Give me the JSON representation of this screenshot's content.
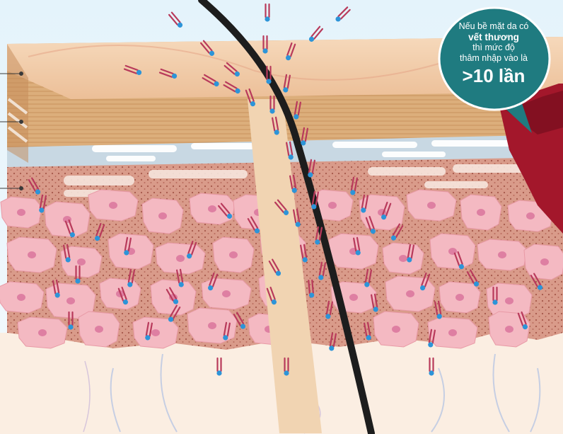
{
  "callout": {
    "line1": "Nếu bề mặt da có",
    "line2": "vết thương",
    "line3": "thì mức độ",
    "line4": "thâm nhập vào là",
    "value": ">10 lần"
  },
  "colors": {
    "sky": "#dff0fa",
    "skin_top": "#f3cfac",
    "epidermis_band": "#d9a672",
    "fat_layer": "#c9d9e4",
    "dermis": "#d99e8f",
    "cell": "#f4b9c2",
    "cell_nucleus": "#de7fa2",
    "hair": "#1d1d1d",
    "hair_sheath": "#f1d4b2",
    "callout_bg": "#1f7b80",
    "wound": "#a3172b",
    "molecule_stick": "#b83a5b",
    "molecule_head": "#2d94d8"
  },
  "layer_pointers": [
    "stratum-corneum",
    "epidermis",
    "dermis"
  ],
  "icons": [
    "molecule-icon",
    "hair-icon",
    "wound-icon",
    "skin-cell-icon"
  ]
}
